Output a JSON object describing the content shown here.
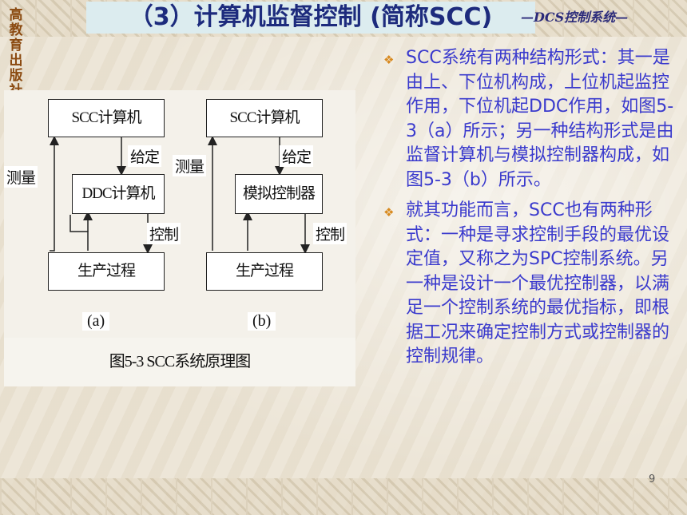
{
  "slide": {
    "title": "（3）计算机监督控制 (简称SCC)",
    "header_tag": "—DCS控制系统—",
    "publisher_chars": [
      "高",
      "教",
      "育",
      "出",
      "版",
      "社"
    ],
    "page_number": "9"
  },
  "figure": {
    "a": {
      "scc_box": "SCC计算机",
      "ddc_box": "DDC计算机",
      "process_box": "生产过程",
      "setpoint_label": "给定",
      "measure_label": "测量",
      "control_label": "控制",
      "sublabel": "(a)"
    },
    "b": {
      "scc_box": "SCC计算机",
      "controller_box": "模拟控制器",
      "process_box": "生产过程",
      "setpoint_label": "给定",
      "measure_label": "测量",
      "control_label": "控制",
      "sublabel": "(b)"
    },
    "caption": "图5-3   SCC系统原理图"
  },
  "body": {
    "bullets": [
      "SCC系统有两种结构形式：其一是由上、下位机构成，上位机起监控作用，下位机起DDC作用，如图5-3（a）所示；另一种结构形式是由监督计算机与模拟控制器构成，如图5-3（b）所示。",
      "就其功能而言，SCC也有两种形式：一种是寻求控制手段的最优设定值，又称之为SPC控制系统。另一种是设计一个最优控制器，以满足一个控制系统的最优指标，即根据工况来确定控制方式或控制器的控制规律。"
    ]
  },
  "colors": {
    "title": "#1d2b7d",
    "body_text": "#3a3acd",
    "bullet_mark": "#d88a20",
    "publisher": "#8b4a10"
  }
}
